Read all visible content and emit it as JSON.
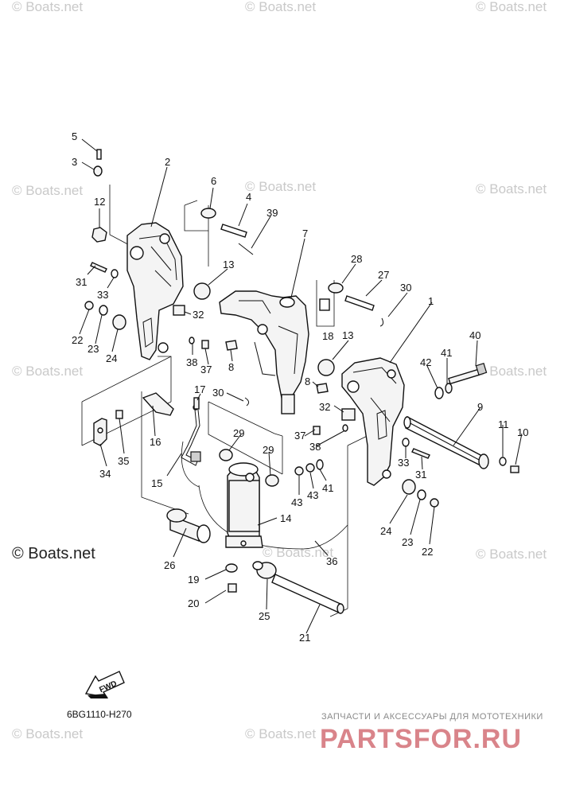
{
  "watermark_text": "© Boats.net",
  "watermark_large_text": "© Boats.net",
  "diagram_code": "6BG1110-H270",
  "fwd_label": "FWD",
  "stamp": {
    "top_text": "ЗАПЧАСТИ И АКСЕССУАРЫ ДЛЯ МОТОТЕХНИКИ",
    "main_text": "PARTSFOR.RU"
  },
  "callouts": [
    {
      "id": "c5",
      "text": "5"
    },
    {
      "id": "c3",
      "text": "3"
    },
    {
      "id": "c2",
      "text": "2"
    },
    {
      "id": "c12",
      "text": "12"
    },
    {
      "id": "c6",
      "text": "6"
    },
    {
      "id": "c4",
      "text": "4"
    },
    {
      "id": "c39",
      "text": "39"
    },
    {
      "id": "c7",
      "text": "7"
    },
    {
      "id": "c31a",
      "text": "31"
    },
    {
      "id": "c33a",
      "text": "33"
    },
    {
      "id": "c13a",
      "text": "13"
    },
    {
      "id": "c28",
      "text": "28"
    },
    {
      "id": "c27",
      "text": "27"
    },
    {
      "id": "c30a",
      "text": "30"
    },
    {
      "id": "c22a",
      "text": "22"
    },
    {
      "id": "c23a",
      "text": "23"
    },
    {
      "id": "c24a",
      "text": "24"
    },
    {
      "id": "c32a",
      "text": "32"
    },
    {
      "id": "c1",
      "text": "1"
    },
    {
      "id": "c18",
      "text": "18"
    },
    {
      "id": "c13b",
      "text": "13"
    },
    {
      "id": "c40",
      "text": "40"
    },
    {
      "id": "c38a",
      "text": "38"
    },
    {
      "id": "c37a",
      "text": "37"
    },
    {
      "id": "c8a",
      "text": "8"
    },
    {
      "id": "c41a",
      "text": "41"
    },
    {
      "id": "c42",
      "text": "42"
    },
    {
      "id": "c17",
      "text": "17"
    },
    {
      "id": "c30b",
      "text": "30"
    },
    {
      "id": "c8b",
      "text": "8"
    },
    {
      "id": "c32b",
      "text": "32"
    },
    {
      "id": "c9",
      "text": "9"
    },
    {
      "id": "c11",
      "text": "11"
    },
    {
      "id": "c10",
      "text": "10"
    },
    {
      "id": "c16",
      "text": "16"
    },
    {
      "id": "c29a",
      "text": "29"
    },
    {
      "id": "c37b",
      "text": "37"
    },
    {
      "id": "c38b",
      "text": "38"
    },
    {
      "id": "c35",
      "text": "35"
    },
    {
      "id": "c29b",
      "text": "29"
    },
    {
      "id": "c33b",
      "text": "33"
    },
    {
      "id": "c31b",
      "text": "31"
    },
    {
      "id": "c34",
      "text": "34"
    },
    {
      "id": "c15",
      "text": "15"
    },
    {
      "id": "c43a",
      "text": "43"
    },
    {
      "id": "c43b",
      "text": "43"
    },
    {
      "id": "c41b",
      "text": "41"
    },
    {
      "id": "c14",
      "text": "14"
    },
    {
      "id": "c24b",
      "text": "24"
    },
    {
      "id": "c23b",
      "text": "23"
    },
    {
      "id": "c22b",
      "text": "22"
    },
    {
      "id": "c26",
      "text": "26"
    },
    {
      "id": "c36",
      "text": "36"
    },
    {
      "id": "c19",
      "text": "19"
    },
    {
      "id": "c20",
      "text": "20"
    },
    {
      "id": "c25",
      "text": "25"
    },
    {
      "id": "c21",
      "text": "21"
    }
  ]
}
